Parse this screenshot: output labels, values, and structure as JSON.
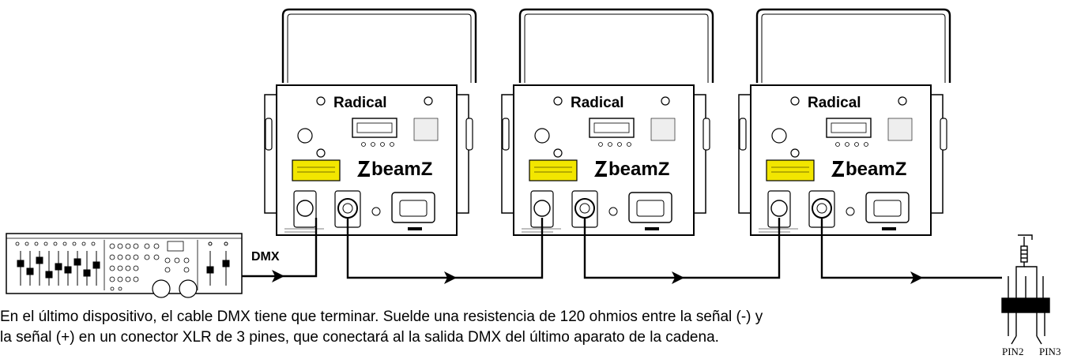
{
  "caption": {
    "line1": "En el último dispositivo, el cable DMX tiene que terminar. Suelde una resistencia de 120 ohmios entre la señal (-) y",
    "line2": "la señal (+) en un conector XLR de 3 pines, que conectará al la salida DMX del último aparato de la cadena."
  },
  "dmx_label": "DMX",
  "fixtures": [
    {
      "model": "Radical",
      "brand": "beamZ"
    },
    {
      "model": "Radical",
      "brand": "beamZ"
    },
    {
      "model": "Radical",
      "brand": "beamZ"
    }
  ],
  "connector_pins": [
    "PIN2",
    "PIN3"
  ]
}
